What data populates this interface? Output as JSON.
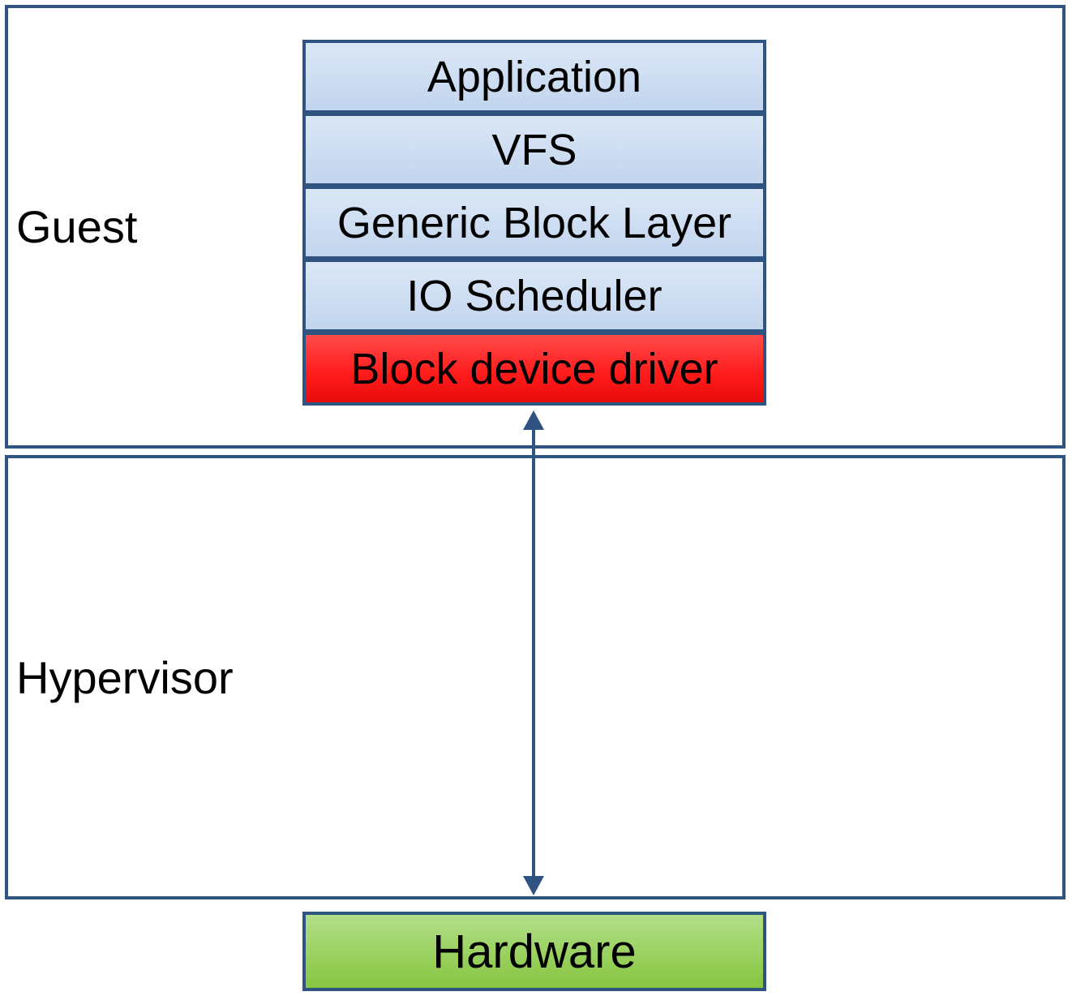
{
  "regions": {
    "guest_label": "Guest",
    "hypervisor_label": "Hypervisor"
  },
  "guest_stack": [
    {
      "label": "Application",
      "color": "#c6d9f1"
    },
    {
      "label": "VFS",
      "color": "#c6d9f1"
    },
    {
      "label": "Generic Block Layer",
      "color": "#c6d9f1"
    },
    {
      "label": "IO Scheduler",
      "color": "#c6d9f1"
    },
    {
      "label": "Block device driver",
      "color": "#ff2020"
    }
  ],
  "hardware": {
    "label": "Hardware",
    "color": "#92d050"
  },
  "colors": {
    "border": "#2f5482",
    "arrow": "#2f5482"
  }
}
